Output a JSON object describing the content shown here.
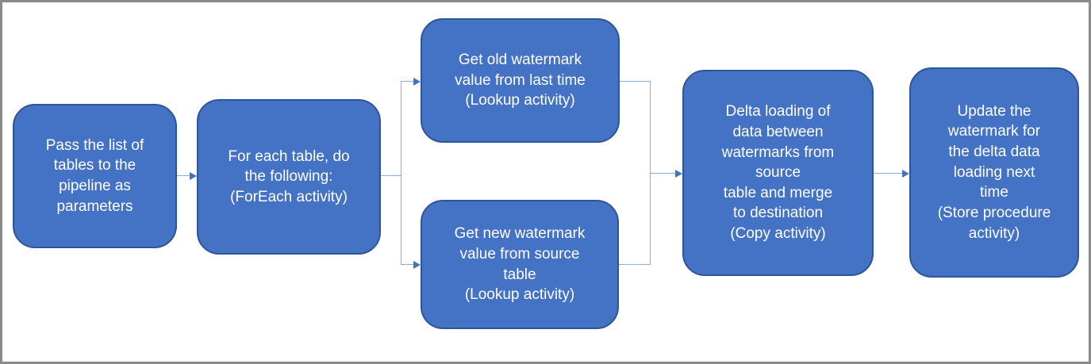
{
  "diagram": {
    "nodes": [
      {
        "id": "pass-tables",
        "label": "Pass the list of\ntables to the\npipeline as\nparameters"
      },
      {
        "id": "foreach",
        "label": "For each table, do\nthe following:\n(ForEach activity)"
      },
      {
        "id": "get-old-watermark",
        "label": "Get old watermark\nvalue from last time\n(Lookup activity)"
      },
      {
        "id": "get-new-watermark",
        "label": "Get new watermark\nvalue from source\ntable\n(Lookup activity)"
      },
      {
        "id": "delta-loading",
        "label": "Delta loading of\ndata between\nwatermarks from\nsource\ntable and merge\nto destination\n(Copy activity)"
      },
      {
        "id": "update-watermark",
        "label": "Update the\nwatermark for\nthe delta data\nloading next\ntime\n(Store procedure\nactivity)"
      }
    ]
  },
  "colors": {
    "node_fill": "#4472c4",
    "node_border": "#2f5597",
    "node_text": "#ffffff",
    "connector": "#8faadc",
    "arrowhead": "#4472c4",
    "frame_border": "#8a8a8a",
    "background": "#ffffff"
  }
}
